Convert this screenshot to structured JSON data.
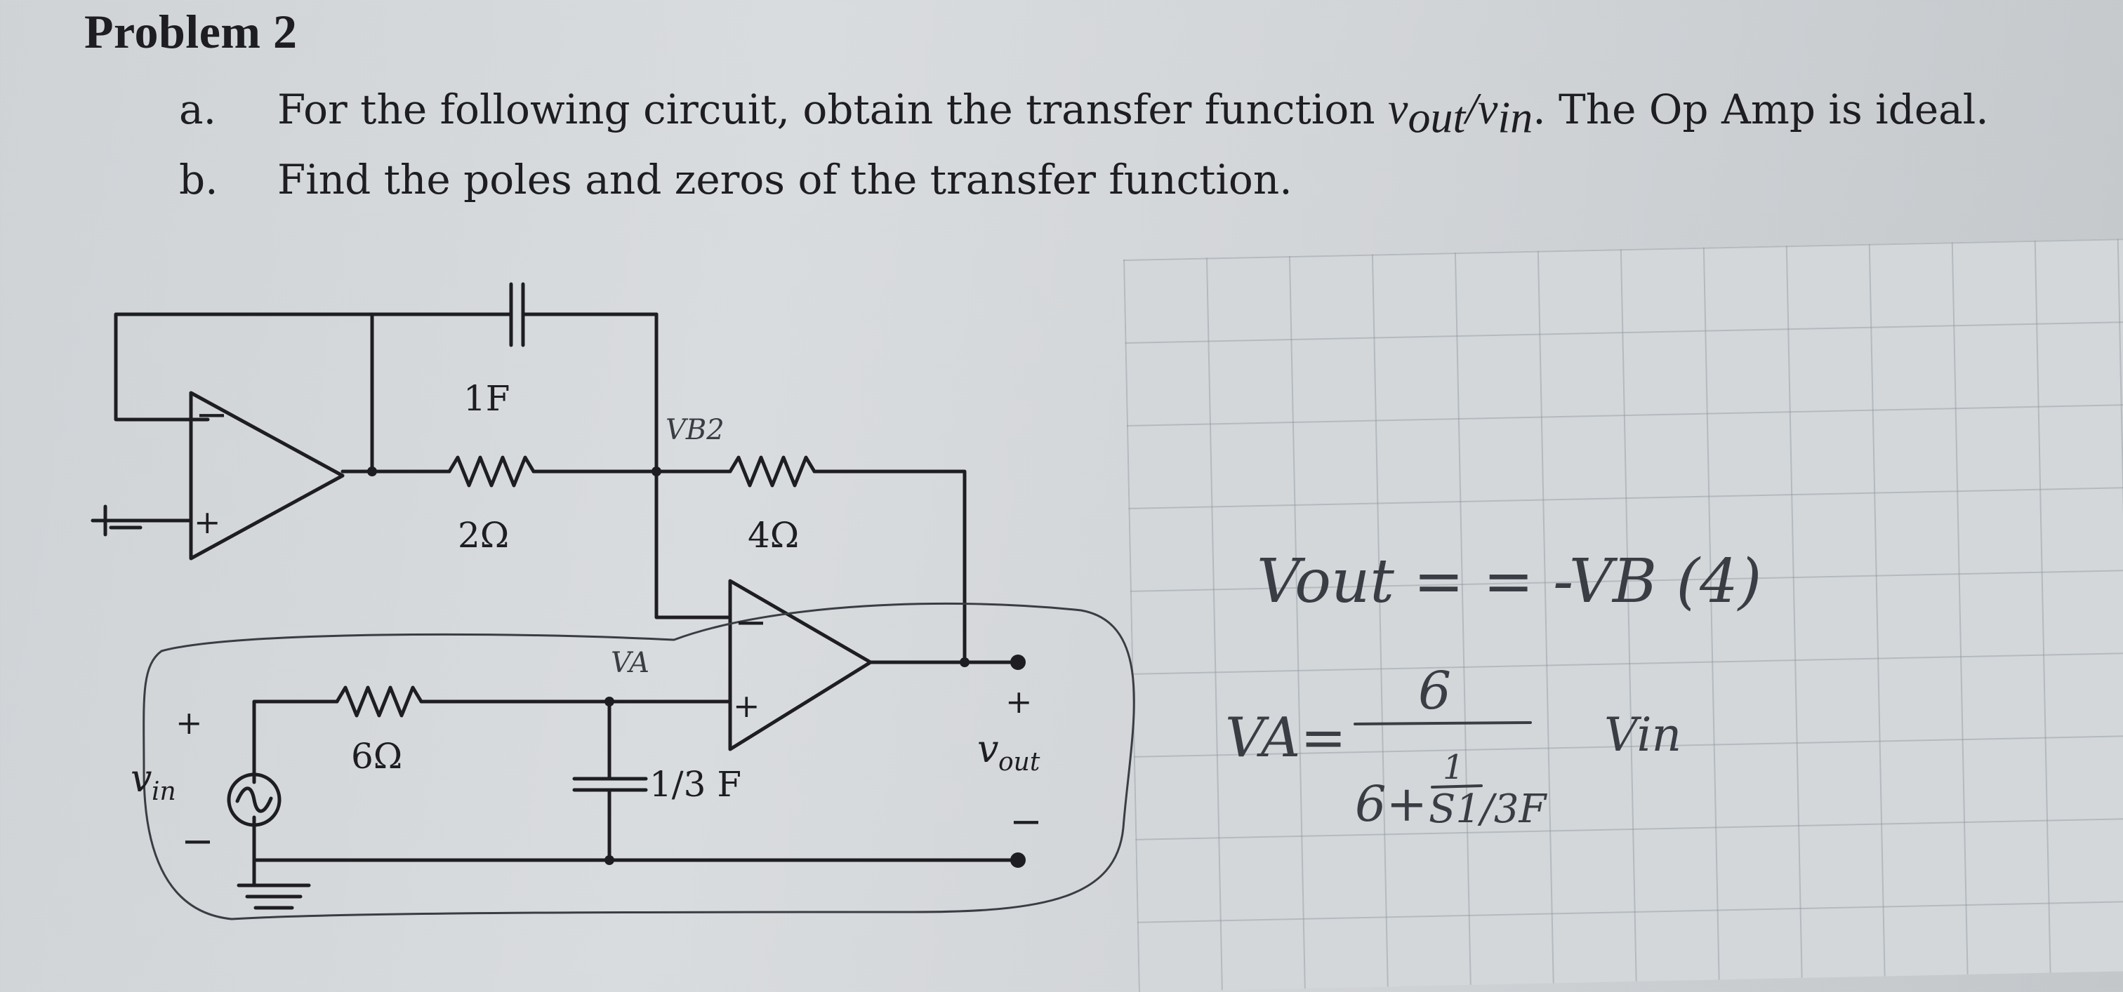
{
  "header": {
    "title": "Problem 2"
  },
  "questions": [
    {
      "label": "a.",
      "text_before": "For the following circuit, obtain the transfer function ",
      "math_num": "v",
      "math_num_sub": "out",
      "math_sep": "/",
      "math_den": "v",
      "math_den_sub": "in",
      "text_after": ". The Op Amp is ideal."
    },
    {
      "label": "b.",
      "text": "Find the poles and zeros of the transfer function."
    }
  ],
  "circuit": {
    "cap_top": "1F",
    "res_2": "2Ω",
    "res_4": "4Ω",
    "res_6": "6Ω",
    "cap_bottom": "1/3 F",
    "source_v": "v",
    "source_sub": "in",
    "out_v": "v",
    "out_sub": "out",
    "plus": "+",
    "minus": "−"
  },
  "handwriting": {
    "node_b": "VB2",
    "node_a": "VA",
    "eq1": "Vout = = -VB (4)",
    "eq2_lhs": "VA=",
    "eq2_num": "6",
    "eq2_den_a": "6+",
    "eq2_den_frac_num": "1",
    "eq2_den_frac_den": "S1/3F",
    "eq2_rhs": "Vin"
  },
  "colors": {
    "ink": "#1e1e22",
    "pencil": "#3a3d44",
    "paper": "#d6d9db"
  }
}
